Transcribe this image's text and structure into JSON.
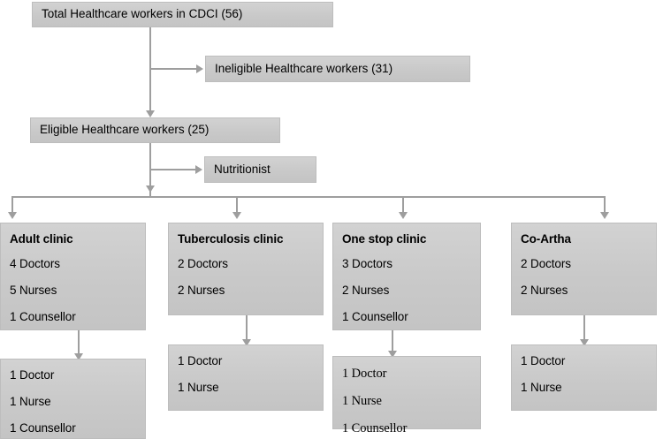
{
  "diagram": {
    "title": "Healthcare worker recruitment flow in CDCI",
    "colors": {
      "node_fill": "#c9c9c9",
      "node_border": "#bdbdbd",
      "connector": "#9e9e9e",
      "text": "#000000",
      "background": "#ffffff"
    },
    "nodes": {
      "total_workers": {
        "label": "Total Healthcare workers in CDCI (56)",
        "count": 56
      },
      "ineligible_workers": {
        "label": "Ineligible Healthcare workers (31)",
        "count": 31
      },
      "eligible_workers": {
        "label": "Eligible Healthcare workers (25)",
        "count": 25
      },
      "nutritionist": {
        "label": "Nutritionist"
      },
      "adult_clinic": {
        "title": "Adult clinic",
        "rows": [
          "4 Doctors",
          "5 Nurses",
          "1 Counsellor"
        ]
      },
      "tuberculosis_clinic": {
        "title": "Tuberculosis clinic",
        "rows": [
          "2 Doctors",
          "2 Nurses"
        ]
      },
      "one_stop_clinic": {
        "title": "One stop clinic",
        "rows": [
          "3 Doctors",
          "2 Nurses",
          "1 Counsellor"
        ]
      },
      "co_artha": {
        "title": "Co-Artha",
        "rows": [
          "2 Doctors",
          "2 Nurses"
        ]
      },
      "adult_clinic_selected": {
        "rows": [
          "1 Doctor",
          "1 Nurse",
          "1 Counsellor"
        ]
      },
      "tuberculosis_clinic_selected": {
        "rows": [
          "1 Doctor",
          "1 Nurse"
        ]
      },
      "one_stop_clinic_selected": {
        "rows": [
          "1 Doctor",
          "1 Nurse",
          "1 Counsellor"
        ]
      },
      "co_artha_selected": {
        "rows": [
          "1 Doctor",
          "1 Nurse"
        ]
      }
    }
  }
}
